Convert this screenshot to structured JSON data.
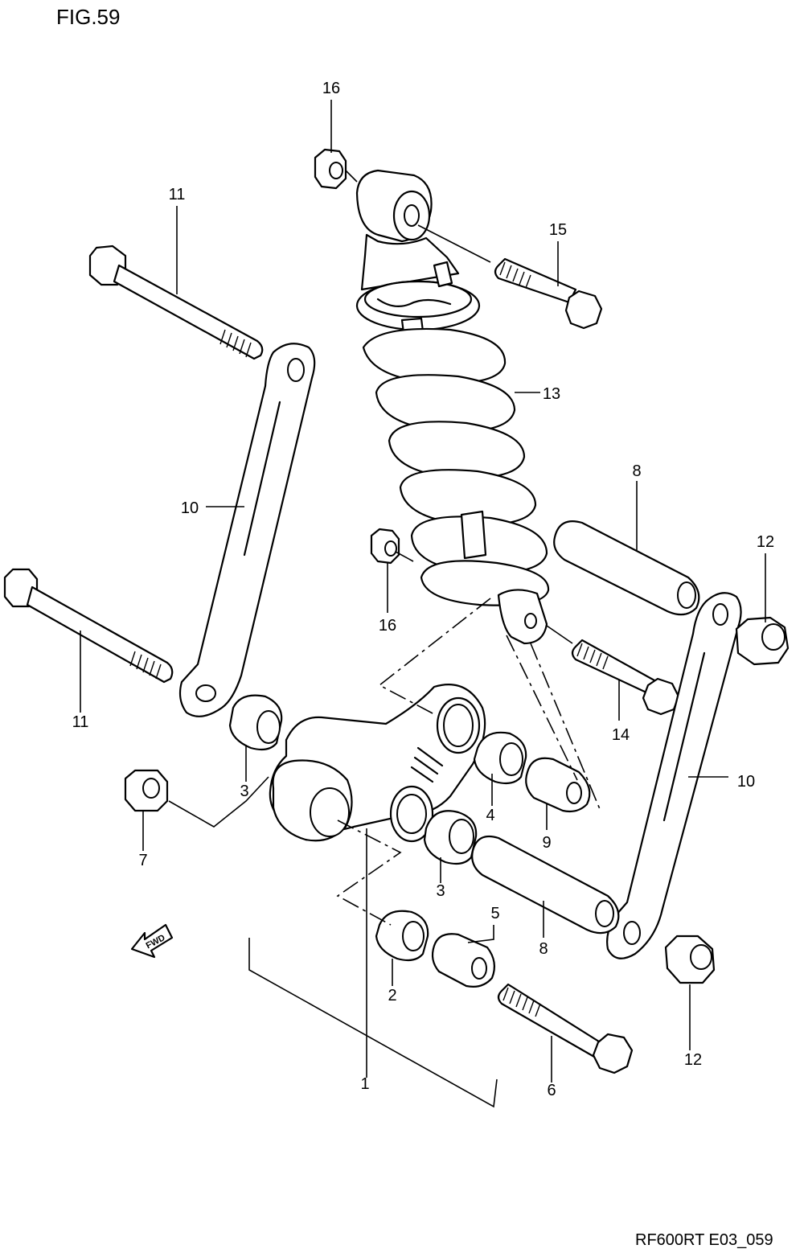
{
  "figure_title": "FIG.59",
  "drawing_code": "RF600RT E03_059",
  "fwd_label": "FWD",
  "callouts": [
    "1",
    "2",
    "3",
    "3",
    "4",
    "5",
    "6",
    "7",
    "8",
    "8",
    "9",
    "10",
    "10",
    "11",
    "11",
    "12",
    "12",
    "13",
    "14",
    "15",
    "16",
    "16"
  ]
}
